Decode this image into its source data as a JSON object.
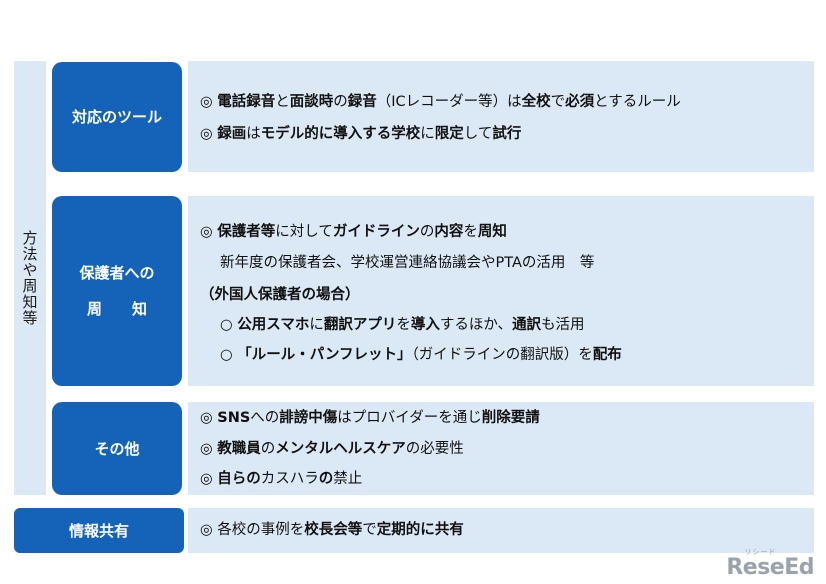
{
  "side_label": "方法や周知等",
  "sections": {
    "tools": {
      "heading": "対応のツール",
      "lines": [
        [
          "◎ ",
          "電話録音",
          "と",
          "面談時",
          "の",
          "録音",
          "（ICレコーダー等）は",
          "全校",
          "で",
          "必須",
          "とするルール"
        ],
        [
          "◎ ",
          "録画",
          "は",
          "モデル的に導入する学校",
          "に",
          "限定",
          "して",
          "試行"
        ]
      ]
    },
    "parents": {
      "heading_line1": "保護者への",
      "heading_line2": "周　　知",
      "line1": [
        "◎ ",
        "保護者等",
        "に対して",
        "ガイドライン",
        "の",
        "内容",
        "を",
        "周知"
      ],
      "line2": "新年度の保護者会、学校運営連絡協議会やPTAの活用　等",
      "line3": "（外国人保護者の場合）",
      "line4": [
        "○ ",
        "公用スマホ",
        "に",
        "翻訳アプリ",
        "を",
        "導入",
        "するほか、",
        "通訳",
        "も活用"
      ],
      "line5": [
        "○ ",
        "「ルール・パンフレット」",
        "（ガイドラインの翻訳版）を",
        "配布"
      ]
    },
    "other": {
      "heading": "その他",
      "line1": [
        "◎ ",
        "SNS",
        "への",
        "誹謗中傷",
        "はプロバイダーを通じ",
        "削除要請"
      ],
      "line2": [
        "◎ ",
        "教職員",
        "の",
        "メンタルヘルスケア",
        "の必要性"
      ],
      "line3": [
        "◎ ",
        "自らの",
        "カスハラ",
        "の",
        "禁止"
      ]
    },
    "share": {
      "heading": "情報共有",
      "line1": [
        "◎ ",
        "各校の事例を",
        "校長会等",
        "で",
        "定期的に共有"
      ]
    }
  },
  "logo": {
    "main": "ReseEd",
    "sub": "リシード"
  }
}
